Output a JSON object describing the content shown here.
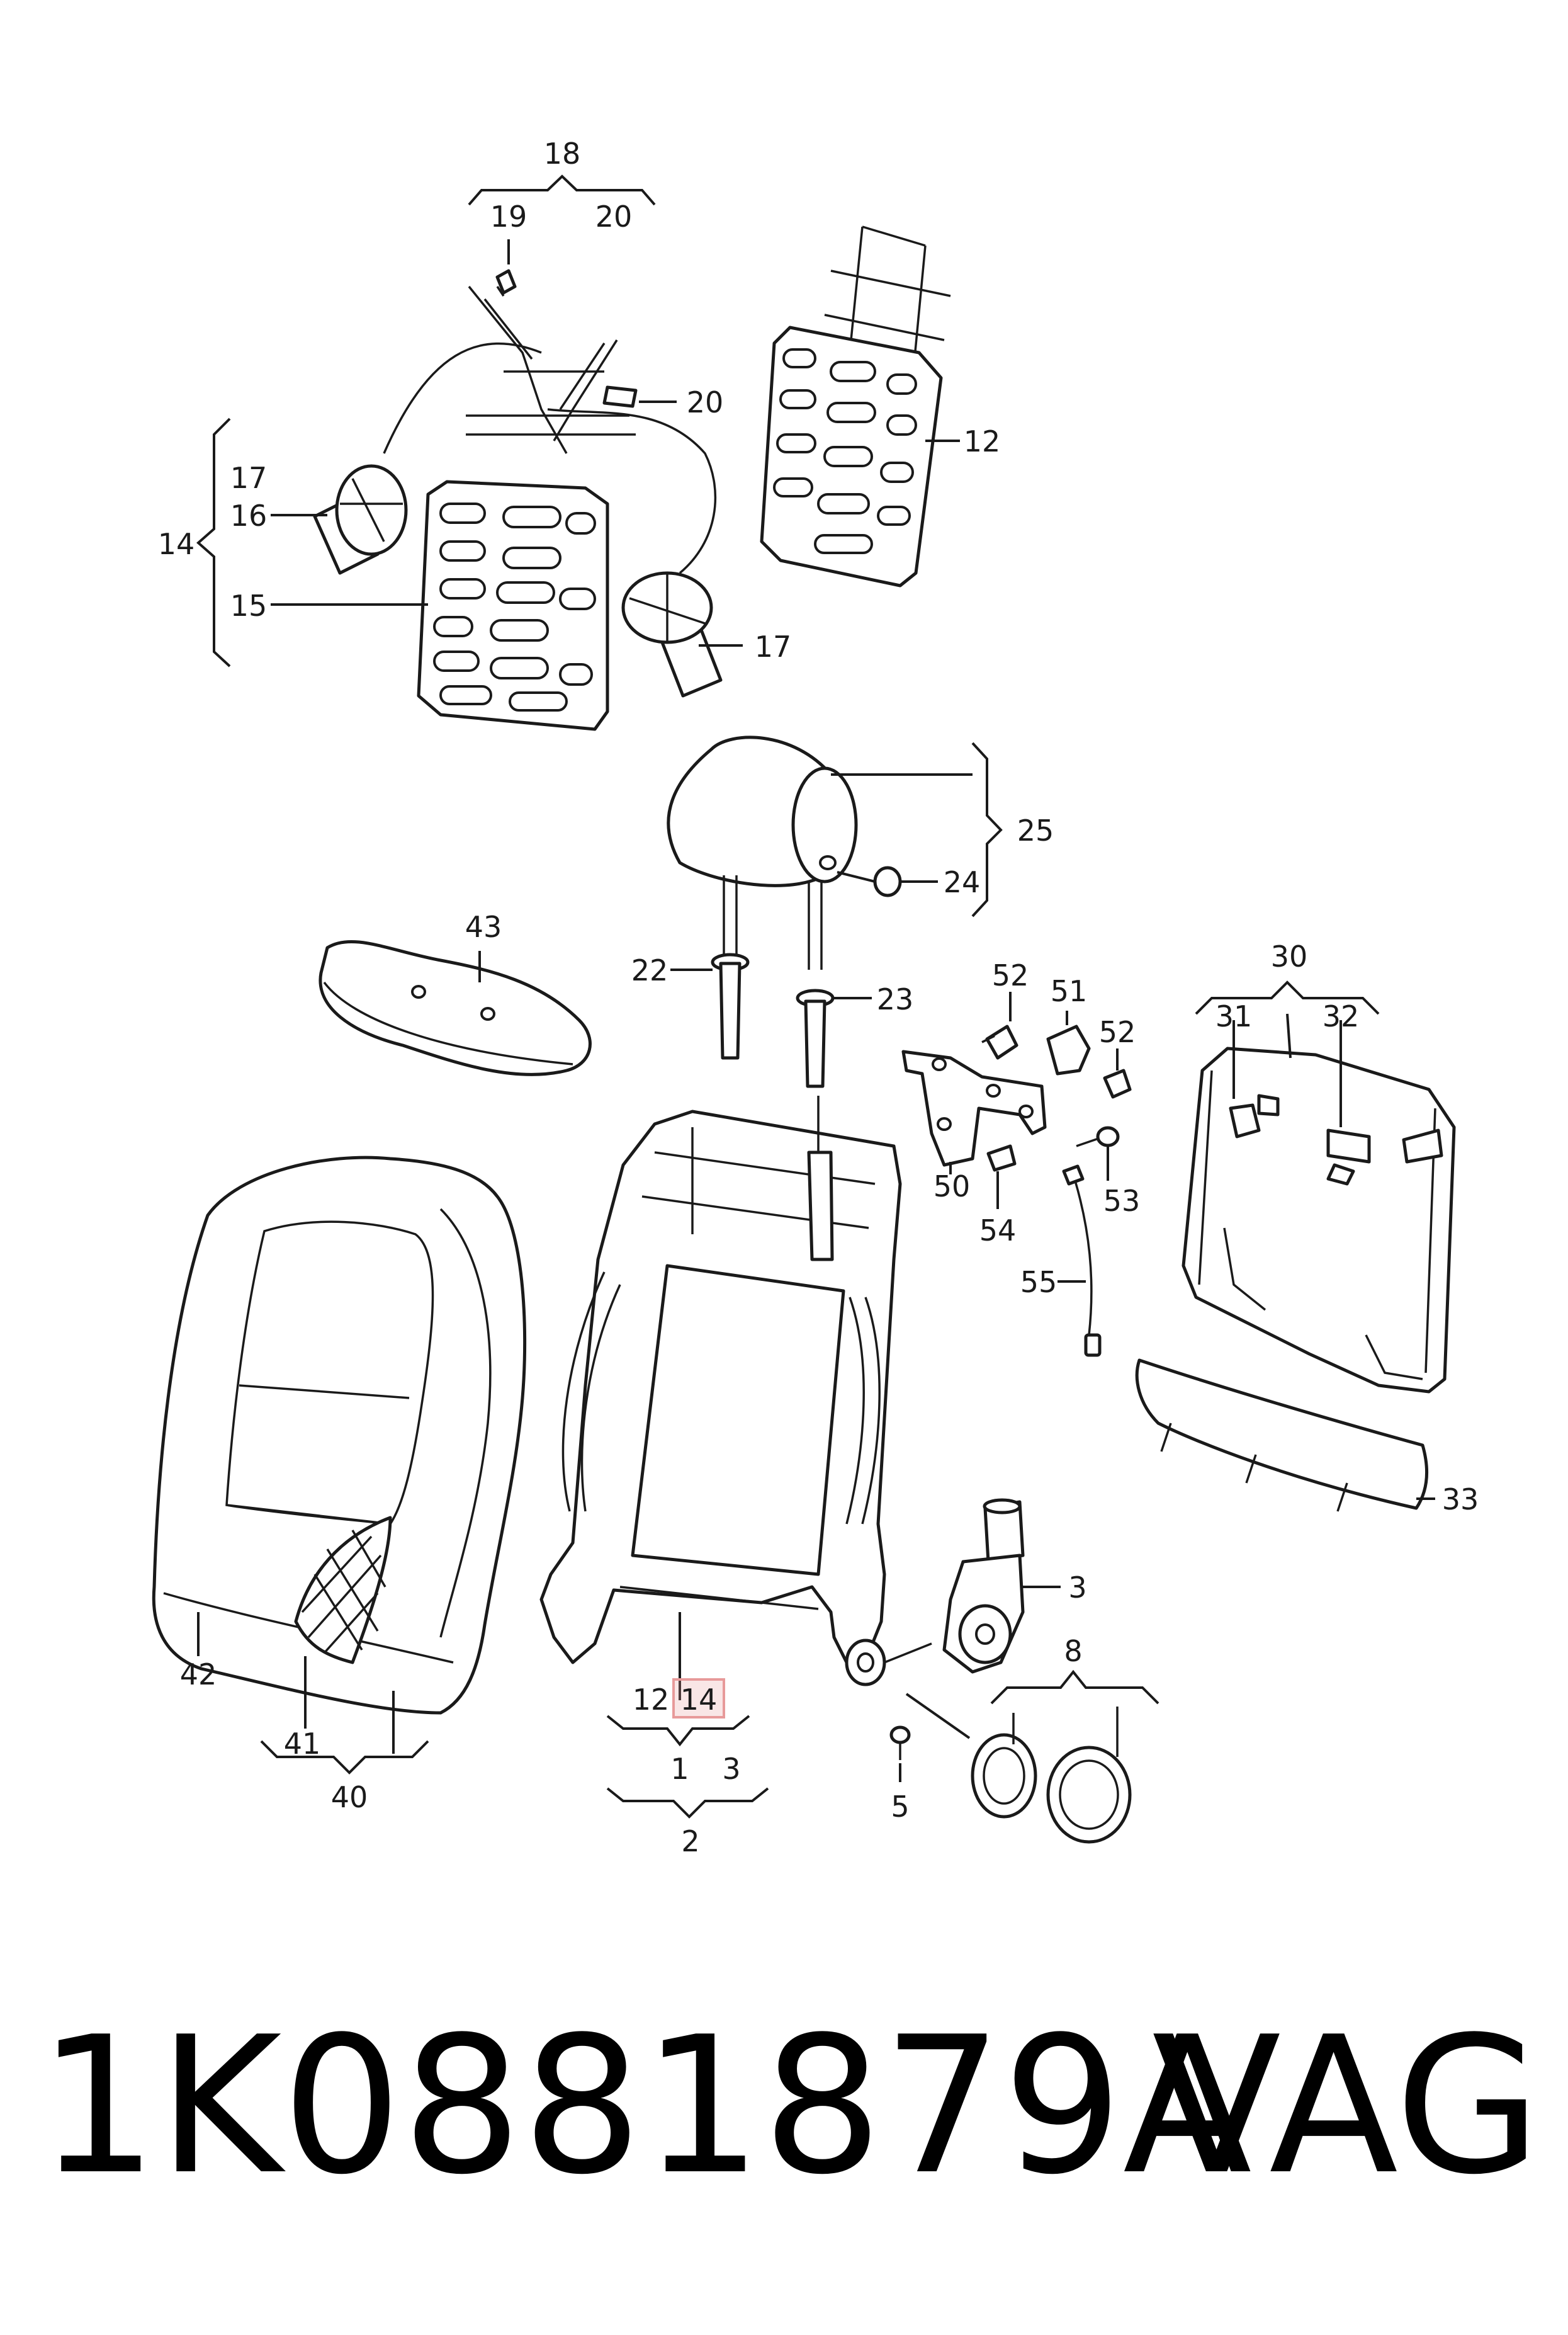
{
  "callouts": [
    "18",
    "19",
    "20",
    "20",
    "17",
    "16",
    "14",
    "15",
    "17",
    "12",
    "25",
    "24",
    "43",
    "22",
    "23",
    "52",
    "51",
    "52",
    "30",
    "31",
    "32",
    "50",
    "53",
    "54",
    "55",
    "33",
    "3",
    "42",
    "41",
    "40",
    "12",
    "14",
    "1",
    "3",
    "2",
    "5",
    "8"
  ],
  "highlight": {
    "label": "14",
    "color": "#e79a9a"
  },
  "footer": {
    "part_number": "1K0881879A",
    "brand": "VAG"
  }
}
